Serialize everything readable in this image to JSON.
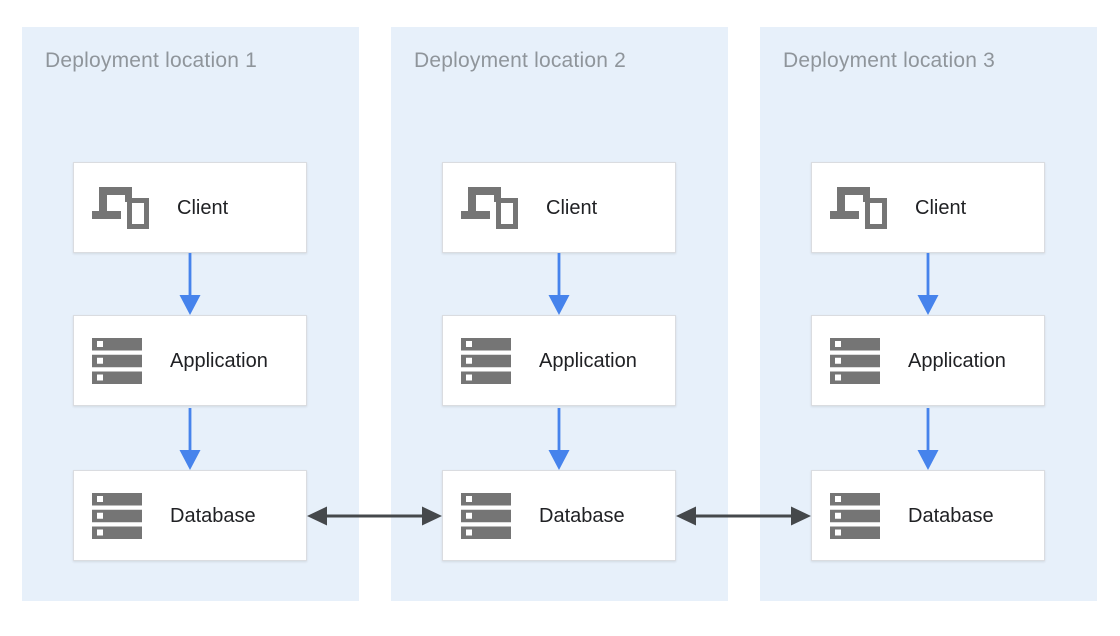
{
  "panels": [
    {
      "title": "Deployment location 1",
      "nodes": [
        {
          "label": "Client",
          "icon": "devices-icon"
        },
        {
          "label": "Application",
          "icon": "server-stack-icon"
        },
        {
          "label": "Database",
          "icon": "server-stack-icon"
        }
      ]
    },
    {
      "title": "Deployment location 2",
      "nodes": [
        {
          "label": "Client",
          "icon": "devices-icon"
        },
        {
          "label": "Application",
          "icon": "server-stack-icon"
        },
        {
          "label": "Database",
          "icon": "server-stack-icon"
        }
      ]
    },
    {
      "title": "Deployment location 3",
      "nodes": [
        {
          "label": "Client",
          "icon": "devices-icon"
        },
        {
          "label": "Application",
          "icon": "server-stack-icon"
        },
        {
          "label": "Database",
          "icon": "server-stack-icon"
        }
      ]
    }
  ],
  "connections": {
    "within_each_panel": [
      "Client -> Application",
      "Application -> Database"
    ],
    "between_panels": [
      "Database 1 <-> Database 2",
      "Database 2 <-> Database 3"
    ]
  },
  "colors": {
    "page_background": "#FFFFFF",
    "panel_background": "#E7F0FA",
    "box_background": "#FFFFFF",
    "box_border": "#DADCE0",
    "title_text": "#8F959B",
    "label_text": "#202124",
    "icon_gray": "#757575",
    "flow_arrow_blue": "#4683EC",
    "replication_arrow_dark": "#45484B"
  }
}
